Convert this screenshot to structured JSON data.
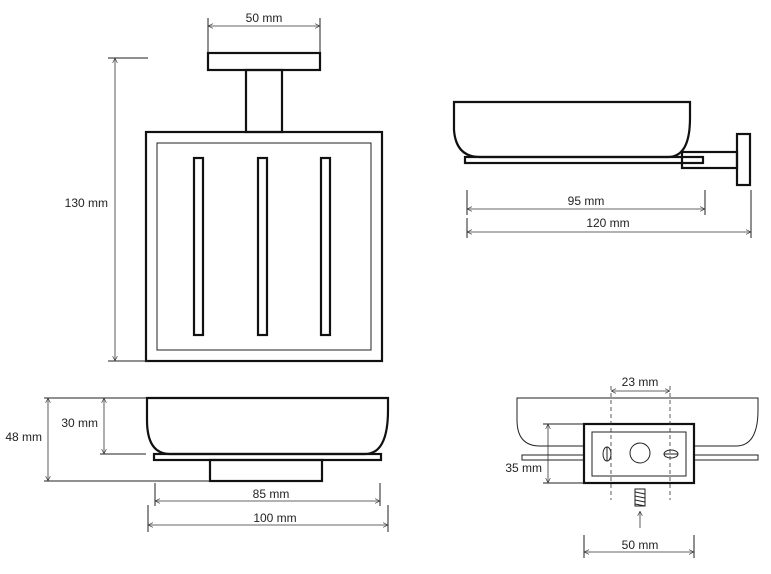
{
  "dimensions": {
    "top_width": "50 mm",
    "height_130": "130 mm",
    "side_95": "95 mm",
    "side_120": "120 mm",
    "front_48": "48 mm",
    "front_30": "30 mm",
    "front_85": "85 mm",
    "front_100": "100 mm",
    "back_23": "23 mm",
    "back_35": "35 mm",
    "back_50": "50 mm"
  }
}
